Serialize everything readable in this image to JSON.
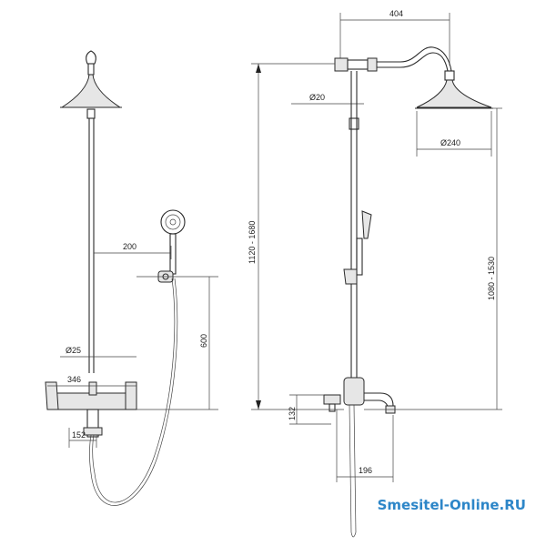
{
  "dimensions": {
    "top_width": "404",
    "arm_diameter": "Ø20",
    "head_diameter": "Ø240",
    "left_height": "1120 - 1680",
    "right_height": "1080 - 1530",
    "bottom_height": "132",
    "spout_length": "196",
    "holder_offset": "200",
    "holder_height": "600",
    "pipe_diameter": "Ø25",
    "mixer_width": "346",
    "mixer_spacing": "152"
  },
  "watermark": "Smesitel-Online.RU"
}
